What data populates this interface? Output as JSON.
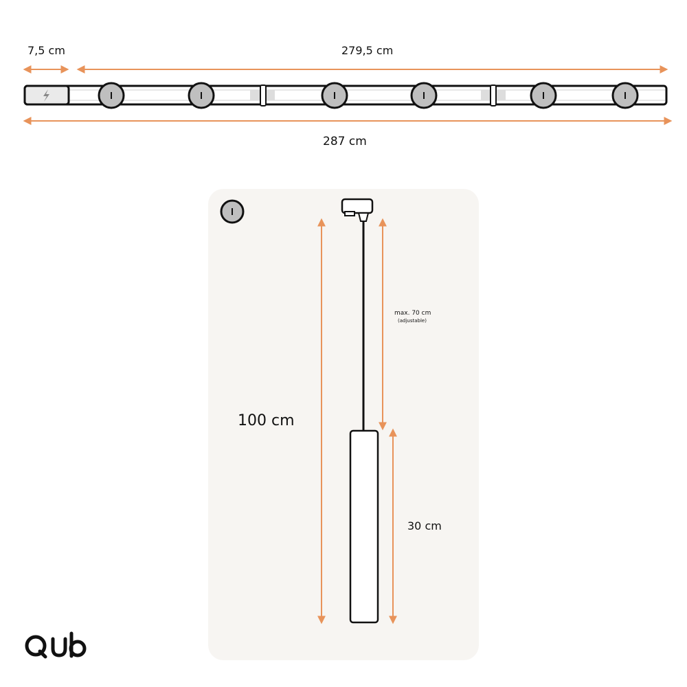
{
  "colors": {
    "dimension_arrow": "#e8935a",
    "outline": "#111111",
    "spot_fill": "#bfbfbf",
    "panel_background": "#f7f5f2",
    "feed_fill": "#eaeaea",
    "connector_fill": "#dddddd"
  },
  "top_view": {
    "feed_length_label": "7,5 cm",
    "track_length_label": "279,5 cm",
    "total_length_label": "287 cm",
    "feed_icon": "lightning-bolt-icon",
    "spot_count": 6,
    "connector_count": 2
  },
  "side_view": {
    "total_height_label": "100 cm",
    "cable_length_label": "max. 70 cm",
    "cable_note": "(adjustable)",
    "lamp_body_label": "30 cm",
    "spot_icon": "spot-icon"
  },
  "brand": {
    "logo_text": "Qub"
  }
}
